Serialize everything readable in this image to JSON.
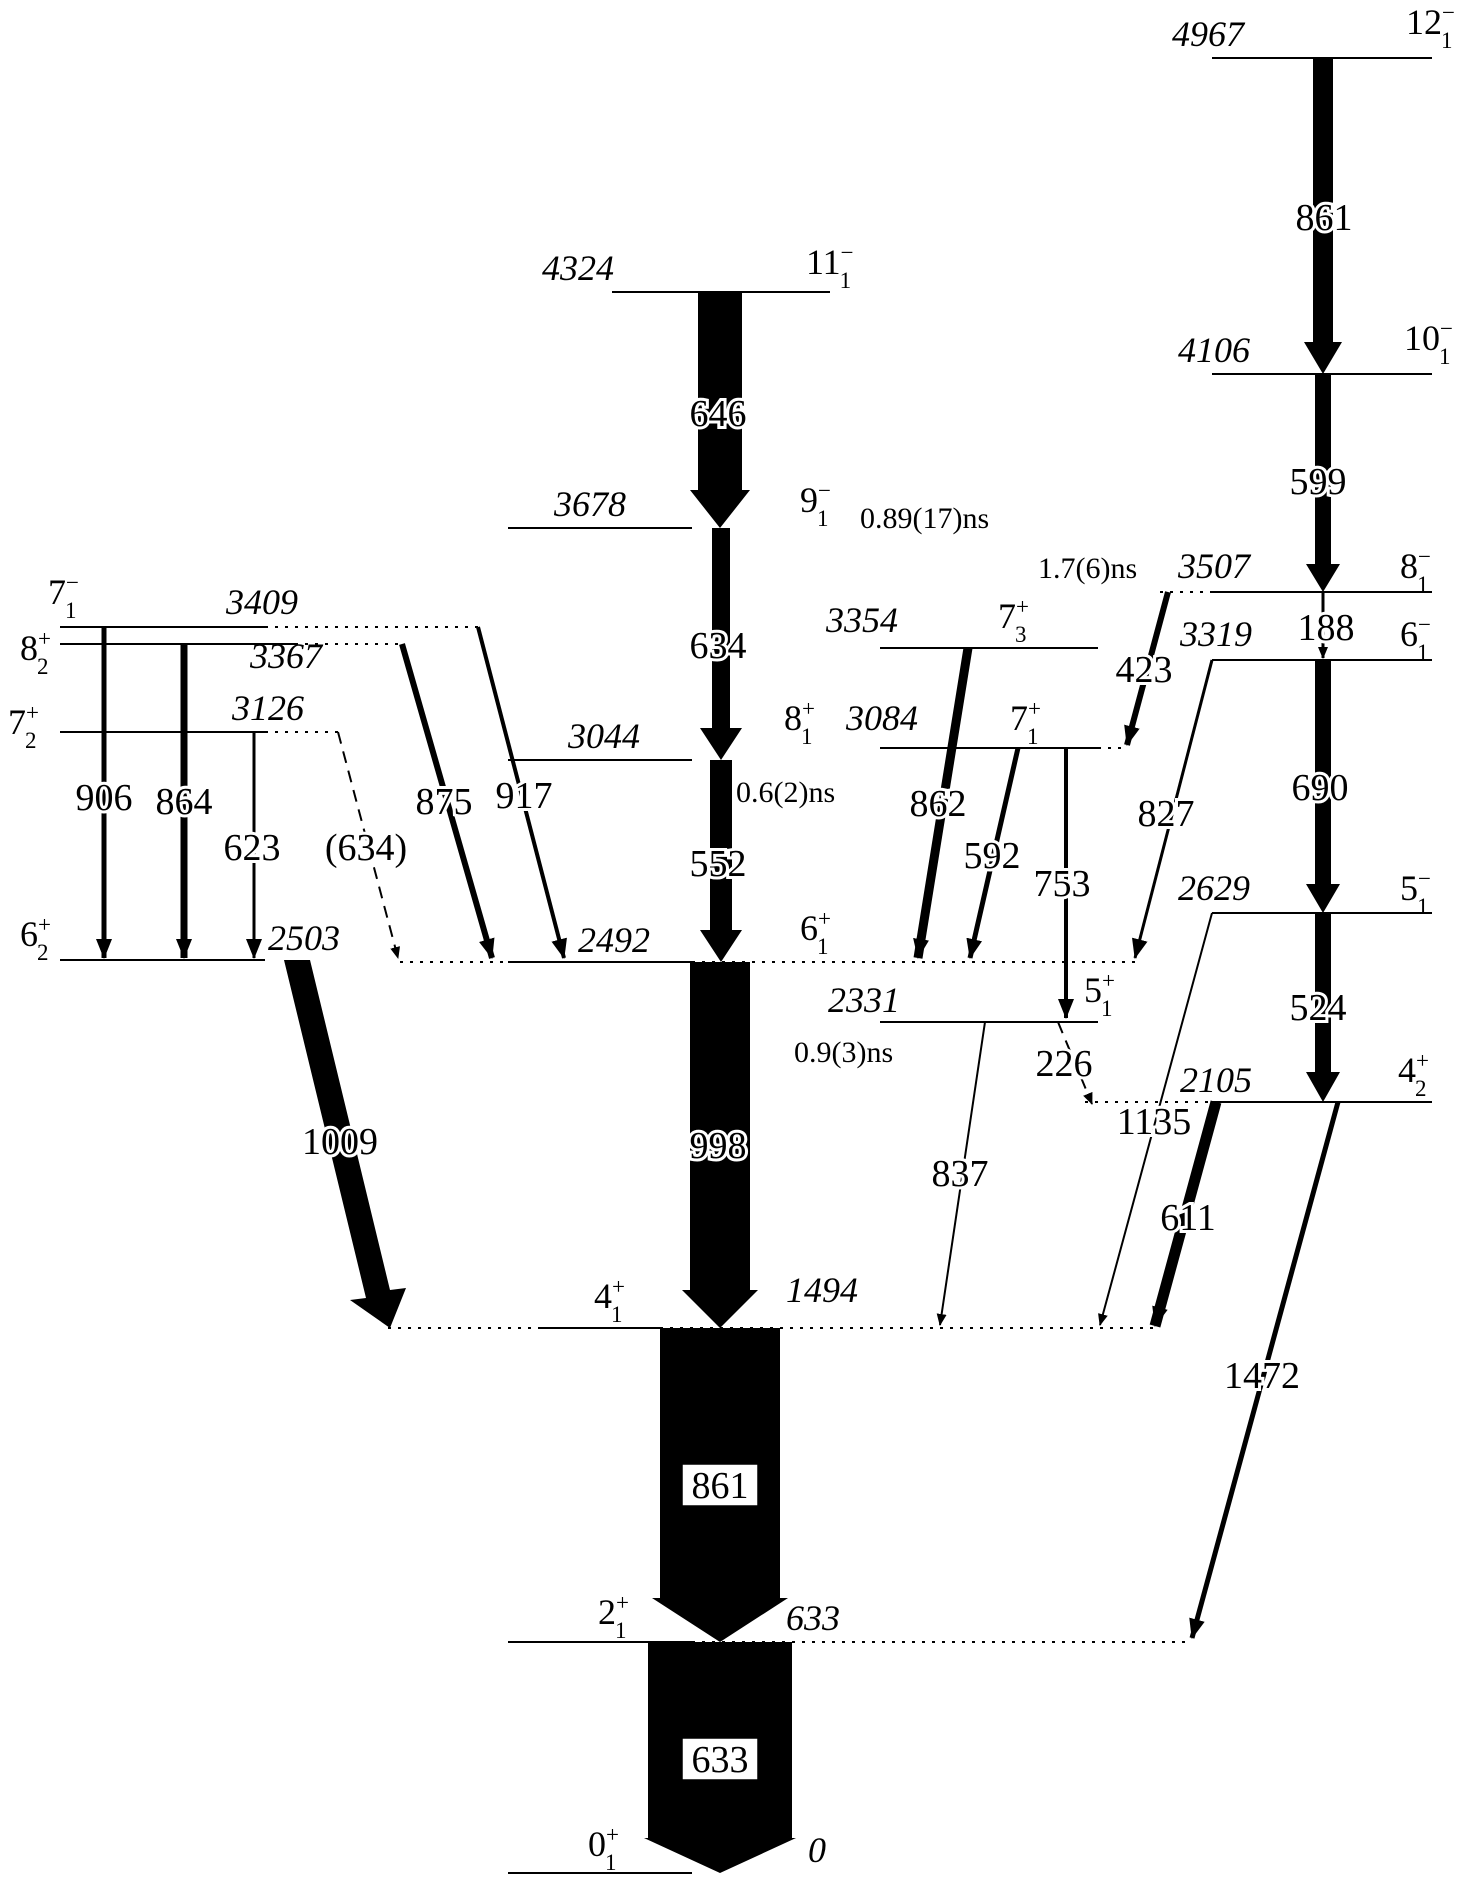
{
  "levels": [
    {
      "id": "L0",
      "energy": "0",
      "j": "0",
      "parity": "+",
      "n": "1"
    },
    {
      "id": "L633",
      "energy": "633",
      "j": "2",
      "parity": "+",
      "n": "1"
    },
    {
      "id": "L1494",
      "energy": "1494",
      "j": "4",
      "parity": "+",
      "n": "1"
    },
    {
      "id": "L2105",
      "energy": "2105",
      "j": "4",
      "parity": "+",
      "n": "2"
    },
    {
      "id": "L2331",
      "energy": "2331",
      "j": "5",
      "parity": "+",
      "n": "1",
      "lifetime": "0.9(3)ns"
    },
    {
      "id": "L2492",
      "energy": "2492",
      "j": "6",
      "parity": "+",
      "n": "1"
    },
    {
      "id": "L2503",
      "energy": "2503",
      "j": "6",
      "parity": "+",
      "n": "2"
    },
    {
      "id": "L2629",
      "energy": "2629",
      "j": "5",
      "parity": "−",
      "n": "1"
    },
    {
      "id": "L3044",
      "energy": "3044",
      "j": "8",
      "parity": "+",
      "n": "1",
      "lifetime": "0.6(2)ns"
    },
    {
      "id": "L3084",
      "energy": "3084",
      "j": "7",
      "parity": "+",
      "n": "1"
    },
    {
      "id": "L3126",
      "energy": "3126",
      "j": "7",
      "parity": "+",
      "n": "2"
    },
    {
      "id": "L3319",
      "energy": "3319",
      "j": "6",
      "parity": "−",
      "n": "1"
    },
    {
      "id": "L3354",
      "energy": "3354",
      "j": "7",
      "parity": "+",
      "n": "3"
    },
    {
      "id": "L3367",
      "energy": "3367",
      "j": "8",
      "parity": "+",
      "n": "2"
    },
    {
      "id": "L3409",
      "energy": "3409",
      "j": "7",
      "parity": "−",
      "n": "1"
    },
    {
      "id": "L3507",
      "energy": "3507",
      "j": "8",
      "parity": "−",
      "n": "1",
      "lifetime": "1.7(6)ns"
    },
    {
      "id": "L3678",
      "energy": "3678",
      "j": "9",
      "parity": "−",
      "n": "1",
      "lifetime": "0.89(17)ns"
    },
    {
      "id": "L4106",
      "energy": "4106",
      "j": "10",
      "parity": "−",
      "n": "1"
    },
    {
      "id": "L4324",
      "energy": "4324",
      "j": "11",
      "parity": "−",
      "n": "1"
    },
    {
      "id": "L4967",
      "energy": "4967",
      "j": "12",
      "parity": "−",
      "n": "1"
    }
  ],
  "transitions": [
    {
      "id": "g633",
      "label": "633",
      "from": "L633",
      "to": "L0"
    },
    {
      "id": "g861a",
      "label": "861",
      "from": "L1494",
      "to": "L633"
    },
    {
      "id": "g998",
      "label": "998",
      "from": "L2492",
      "to": "L1494"
    },
    {
      "id": "g1009",
      "label": "1009",
      "from": "L2503",
      "to": "L1494"
    },
    {
      "id": "g552",
      "label": "552",
      "from": "L3044",
      "to": "L2492"
    },
    {
      "id": "g634",
      "label": "634",
      "from": "L3678",
      "to": "L3044"
    },
    {
      "id": "g646",
      "label": "646",
      "from": "L4324",
      "to": "L3678"
    },
    {
      "id": "g906",
      "label": "906",
      "from": "L3409",
      "to": "L2503"
    },
    {
      "id": "g864",
      "label": "864",
      "from": "L3367",
      "to": "L2503"
    },
    {
      "id": "g623",
      "label": "623",
      "from": "L3126",
      "to": "L2503"
    },
    {
      "id": "g634t",
      "label": "(634)",
      "from": "L3126",
      "to": "L2492",
      "tentative": true
    },
    {
      "id": "g875",
      "label": "875",
      "from": "L3367",
      "to": "L2492"
    },
    {
      "id": "g917",
      "label": "917",
      "from": "L3409",
      "to": "L2492"
    },
    {
      "id": "g862",
      "label": "862",
      "from": "L3354",
      "to": "L2492"
    },
    {
      "id": "g592",
      "label": "592",
      "from": "L3084",
      "to": "L2492"
    },
    {
      "id": "g753",
      "label": "753",
      "from": "L3084",
      "to": "L2331"
    },
    {
      "id": "g423",
      "label": "423",
      "from": "L3507",
      "to": "L3084"
    },
    {
      "id": "g827",
      "label": "827",
      "from": "L3319",
      "to": "L2492"
    },
    {
      "id": "g226",
      "label": "226",
      "from": "L2331",
      "to": "L2105",
      "tentative": true
    },
    {
      "id": "g837",
      "label": "837",
      "from": "L2331",
      "to": "L1494"
    },
    {
      "id": "g1135",
      "label": "1135",
      "from": "L2629",
      "to": "L1494"
    },
    {
      "id": "g611",
      "label": "611",
      "from": "L2105",
      "to": "L1494"
    },
    {
      "id": "g1472",
      "label": "1472",
      "from": "L2105",
      "to": "L633"
    },
    {
      "id": "g861b",
      "label": "861",
      "from": "L4967",
      "to": "L4106"
    },
    {
      "id": "g599",
      "label": "599",
      "from": "L4106",
      "to": "L3507"
    },
    {
      "id": "g188",
      "label": "188",
      "from": "L3507",
      "to": "L3319"
    },
    {
      "id": "g690",
      "label": "690",
      "from": "L3319",
      "to": "L2629"
    },
    {
      "id": "g524",
      "label": "524",
      "from": "L2629",
      "to": "L2105"
    }
  ]
}
